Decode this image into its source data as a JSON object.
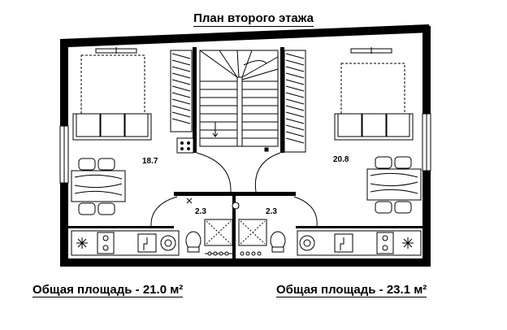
{
  "title": "План второго этажа",
  "rooms": [
    {
      "id": "bedroom-left",
      "area": "18.7"
    },
    {
      "id": "bedroom-right",
      "area": "20.8"
    },
    {
      "id": "bath-left",
      "area": "2.3"
    },
    {
      "id": "bath-right",
      "area": "2.3"
    }
  ],
  "totals": {
    "left": "Общая площадь - 21.0 м²",
    "right": "Общая площадь - 23.1 м²"
  }
}
